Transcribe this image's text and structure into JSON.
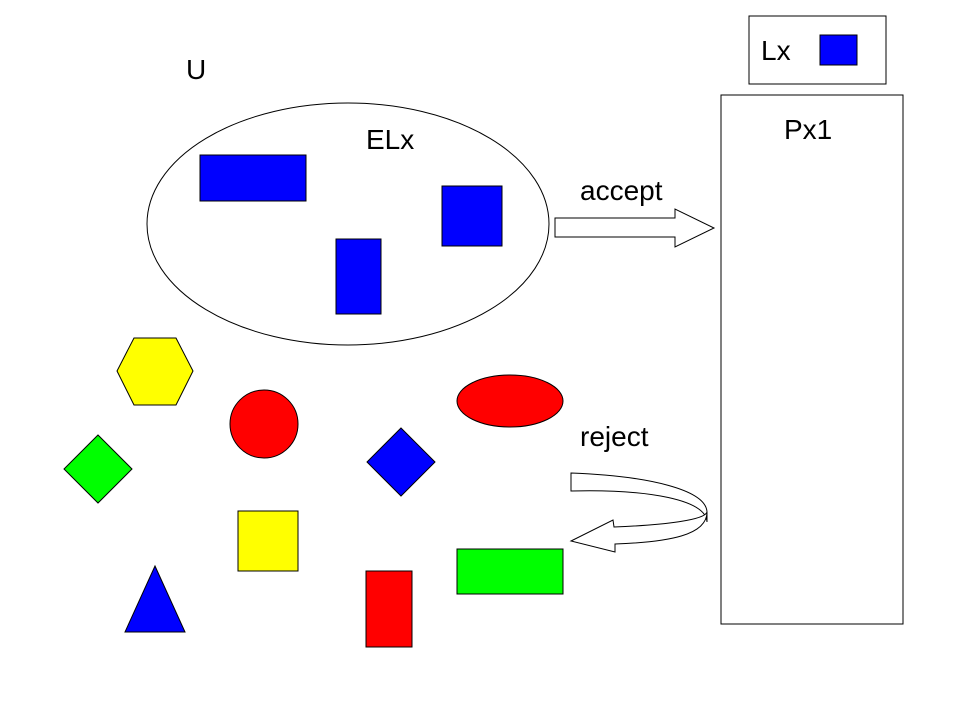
{
  "labels": {
    "universe": "U",
    "ellipse_set": "ELx",
    "legend_text": "Lx",
    "box_title": "Px1",
    "accept": "accept",
    "reject": "reject"
  },
  "colors": {
    "blue": "#0000ff",
    "red": "#ff0000",
    "yellow": "#ffff00",
    "green": "#00ff00",
    "outline": "#000000",
    "background": "#ffffff"
  },
  "shapes": {
    "inside_ellipse": [
      {
        "name": "blue-wide-rectangle",
        "kind": "rectangle",
        "color": "blue"
      },
      {
        "name": "blue-square",
        "kind": "square",
        "color": "blue"
      },
      {
        "name": "blue-tall-rectangle",
        "kind": "rectangle",
        "color": "blue"
      }
    ],
    "outside_ellipse": [
      {
        "name": "yellow-hexagon",
        "kind": "hexagon",
        "color": "yellow"
      },
      {
        "name": "red-circle",
        "kind": "circle",
        "color": "red"
      },
      {
        "name": "red-ellipse",
        "kind": "ellipse",
        "color": "red"
      },
      {
        "name": "green-diamond",
        "kind": "diamond",
        "color": "green"
      },
      {
        "name": "blue-diamond",
        "kind": "diamond",
        "color": "blue"
      },
      {
        "name": "yellow-square",
        "kind": "square",
        "color": "yellow"
      },
      {
        "name": "blue-triangle",
        "kind": "triangle",
        "color": "blue"
      },
      {
        "name": "red-tall-rectangle",
        "kind": "rectangle",
        "color": "red"
      },
      {
        "name": "green-wide-rectangle",
        "kind": "rectangle",
        "color": "green"
      }
    ]
  },
  "legend": {
    "swatch_color": "blue"
  },
  "arrows": [
    {
      "name": "accept-arrow",
      "kind": "straight",
      "icon": "arrow-right-icon"
    },
    {
      "name": "reject-arrow",
      "kind": "curved-return",
      "icon": "curved-arrow-left-icon"
    }
  ]
}
